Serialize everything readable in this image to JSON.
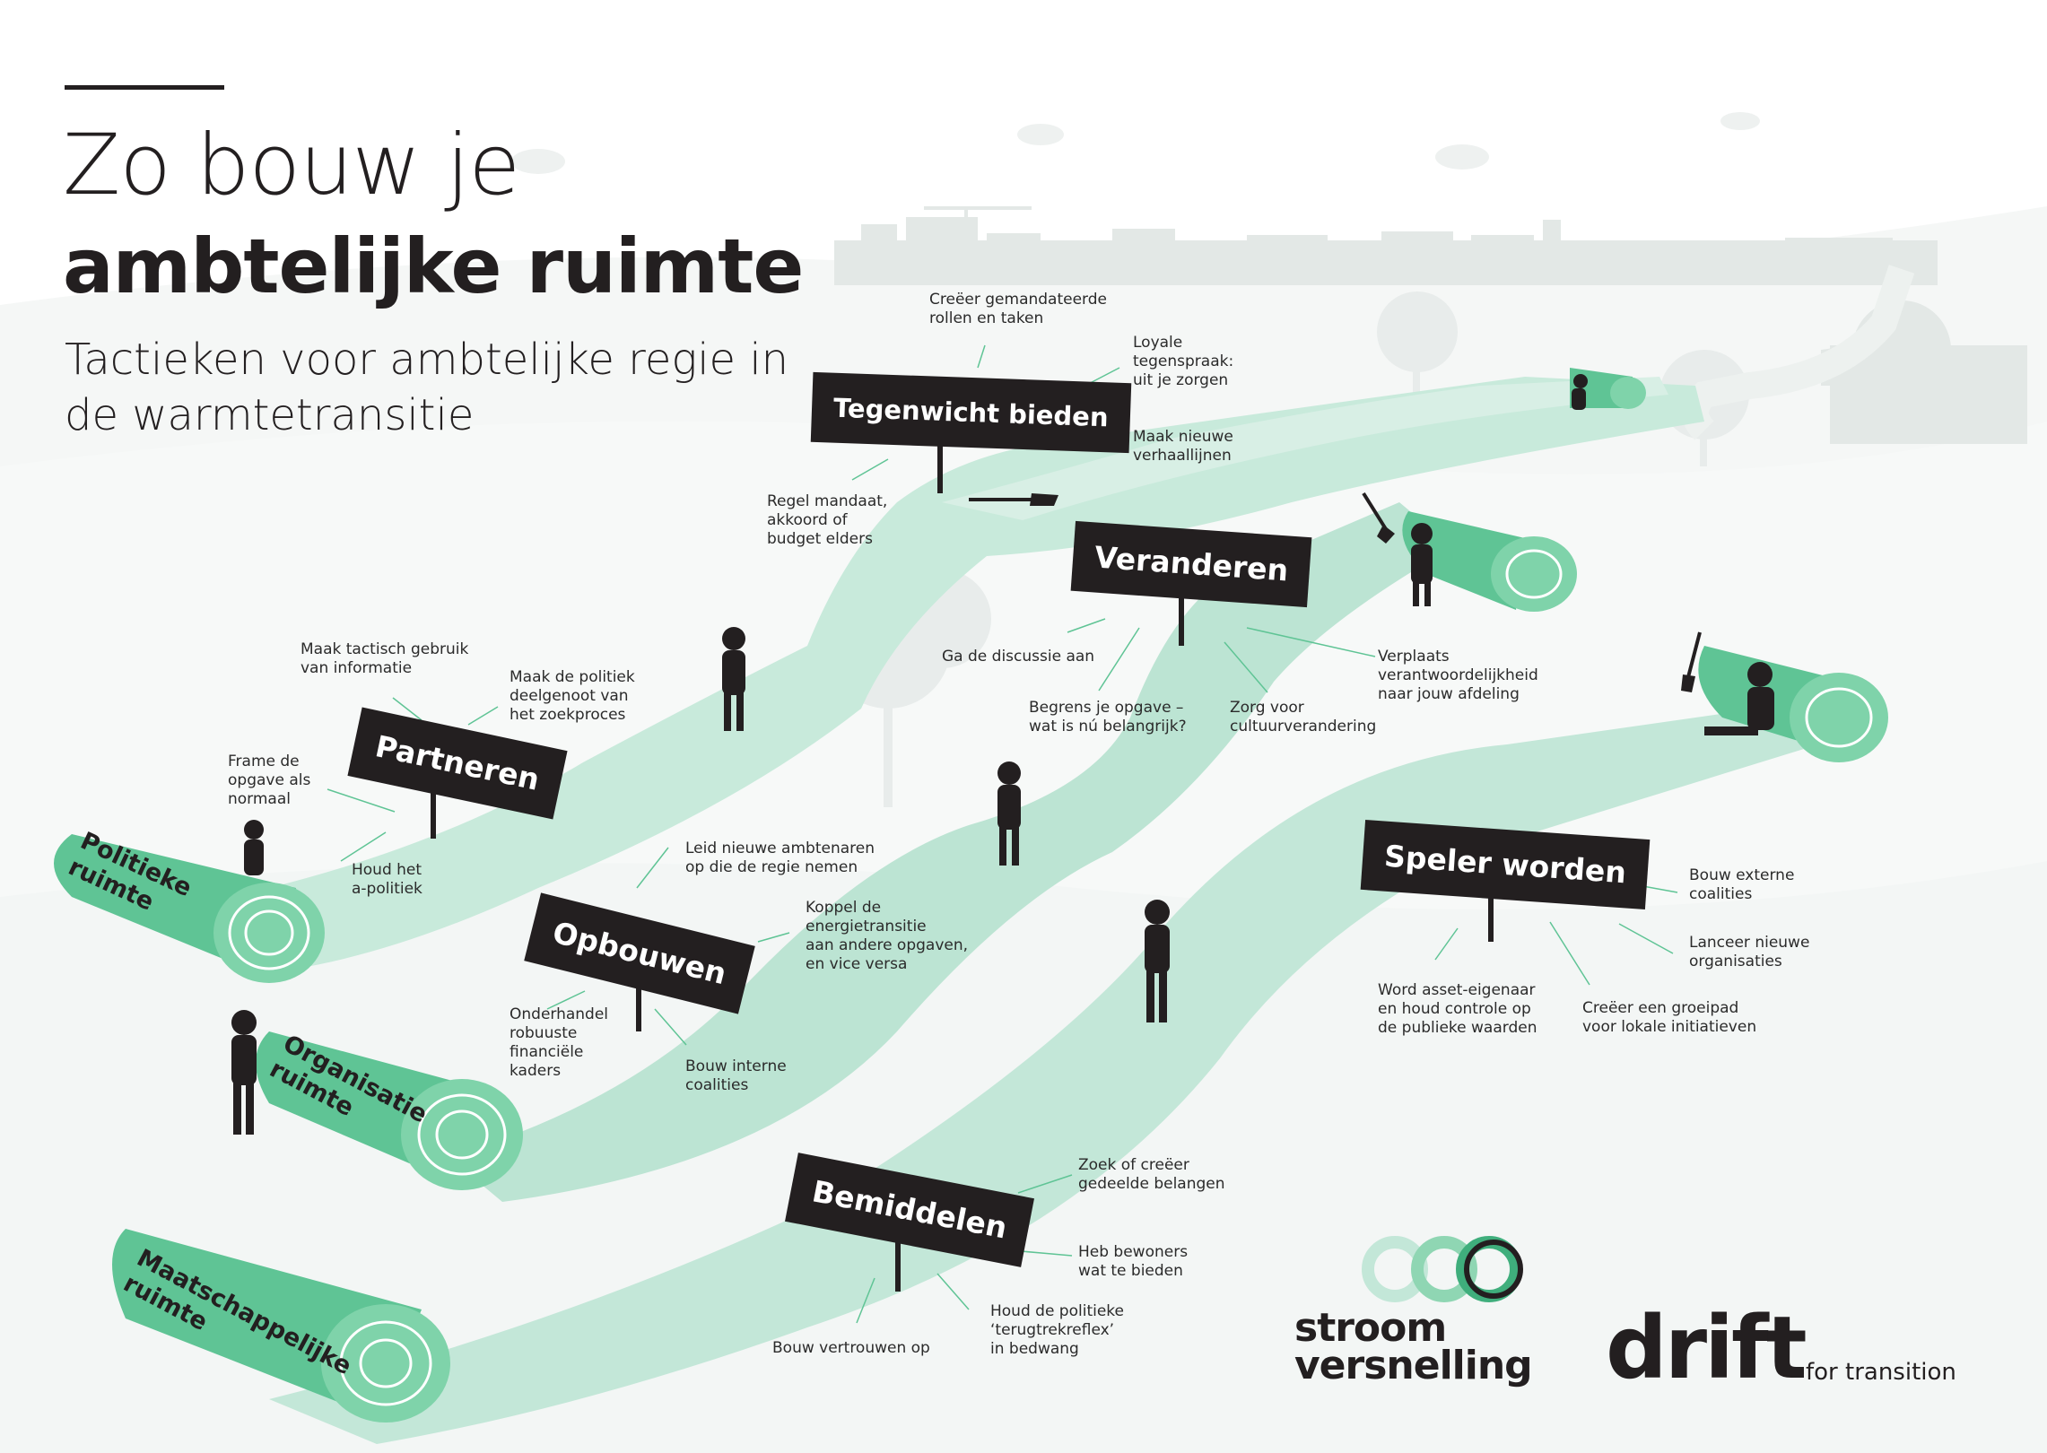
{
  "header": {
    "title_line1": "Zo bouw je",
    "title_line2": "ambtelijke ruimte",
    "subtitle": "Tactieken voor ambtelijke regie in de warmtetransitie"
  },
  "rolls": {
    "politiek": "Politieke\nruimte",
    "organisatie": "Organisatie\nruimte",
    "maatschappelijk": "Maatschappelijke\nruimte"
  },
  "signs": {
    "partneren": "Partneren",
    "opbouwen": "Opbouwen",
    "tegenwicht": "Tegenwicht bieden",
    "veranderen": "Veranderen",
    "speler": "Speler worden",
    "bemiddelen": "Bemiddelen"
  },
  "notes": {
    "tactisch": "Maak tactisch gebruik\nvan informatie",
    "deelgenoot": "Maak de politiek\ndeelgenoot van\nhet zoekproces",
    "frame": "Frame de\nopgave als\nnormaal",
    "apolitiek": "Houd het\na-politiek",
    "leid": "Leid nieuwe ambtenaren\nop die de regie nemen",
    "koppel": "Koppel de\nenergietransitie\naan andere opgaven,\nen vice versa",
    "onderhandel": "Onderhandel\nrobuuste\nfinanciële\nkaders",
    "interne": "Bouw interne\ncoalities",
    "gemandateerde": "Creëer gemandateerde\nrollen en taken",
    "loyale": "Loyale\ntegenspraak:\nuit je zorgen",
    "verhaallijnen": "Maak nieuwe\nverhaallijnen",
    "mandaat": "Regel mandaat,\nakkoord of\nbudget elders",
    "discussie": "Ga de discussie aan",
    "begrens": "Begrens je opgave –\nwat is nú belangrijk?",
    "cultuur": "Zorg voor\ncultuurverandering",
    "verplaats": "Verplaats\nverantwoordelijkheid\nnaar jouw afdeling",
    "externe": "Bouw externe\ncoalities",
    "lanceer": "Lanceer nieuwe\norganisaties",
    "asset": "Word asset-eigenaar\nen houd controle op\nde publieke waarden",
    "groeipad": "Creëer een groeipad\nvoor lokale initiatieven",
    "belangen": "Zoek of creëer\ngedeelde belangen",
    "bewoners": "Heb bewoners\nwat te bieden",
    "terugtrek": "Houd de politieke\n‘terugtrekreflex’\nin bedwang",
    "vertrouwen": "Bouw vertrouwen op"
  },
  "logos": {
    "stroom": "stroom\nversnelling",
    "drift": "drift",
    "drift_tagline": "for transition"
  },
  "colors": {
    "path": "#a8dcc6",
    "roll": "#5fc495",
    "roll_dark": "#3fae7c",
    "ink": "#231f20",
    "backdrop": "#e7ebea"
  }
}
